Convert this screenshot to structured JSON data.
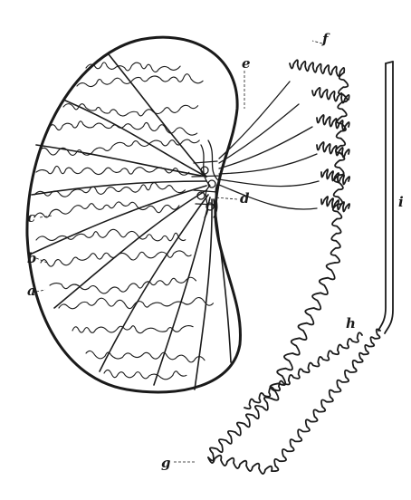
{
  "figure": {
    "labels": [
      {
        "key": "f",
        "text": "f"
      },
      {
        "key": "e",
        "text": "e"
      },
      {
        "key": "d",
        "text": "d"
      },
      {
        "key": "c",
        "text": "c"
      },
      {
        "key": "b",
        "text": "b"
      },
      {
        "key": "a",
        "text": "a"
      },
      {
        "key": "i",
        "text": "i"
      },
      {
        "key": "h",
        "text": "h"
      },
      {
        "key": "g",
        "text": "g"
      }
    ],
    "colors": {
      "ink": "#1a1a1a",
      "paper": "#ffffff"
    }
  }
}
